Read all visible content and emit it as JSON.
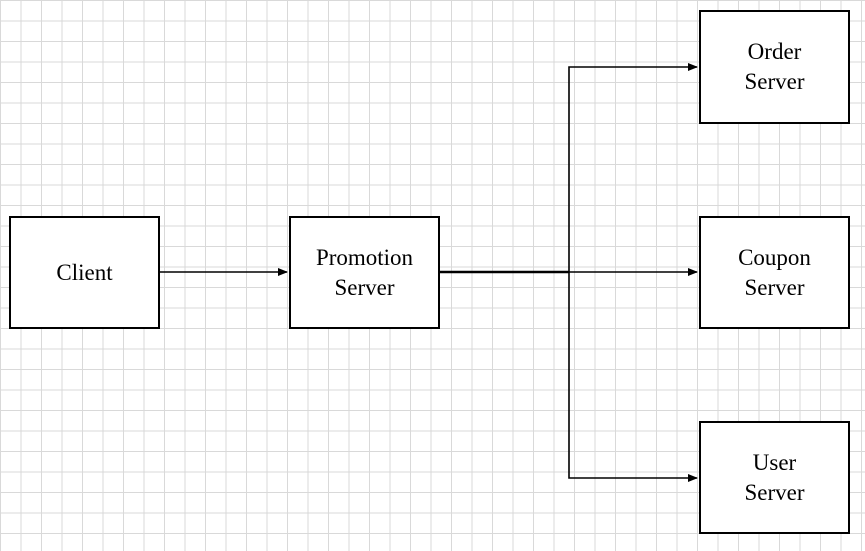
{
  "diagram": {
    "nodes": {
      "client": "Client",
      "promotion": "Promotion\nServer",
      "order": "Order\nServer",
      "coupon": "Coupon\nServer",
      "user": "User\nServer"
    },
    "edges": [
      {
        "from": "Client",
        "to": "Promotion Server"
      },
      {
        "from": "Promotion Server",
        "to": "Order Server"
      },
      {
        "from": "Promotion Server",
        "to": "Coupon Server"
      },
      {
        "from": "Promotion Server",
        "to": "User Server"
      }
    ],
    "colors": {
      "stroke": "#000000",
      "grid": "#d9d9d9",
      "background": "#ffffff"
    }
  }
}
